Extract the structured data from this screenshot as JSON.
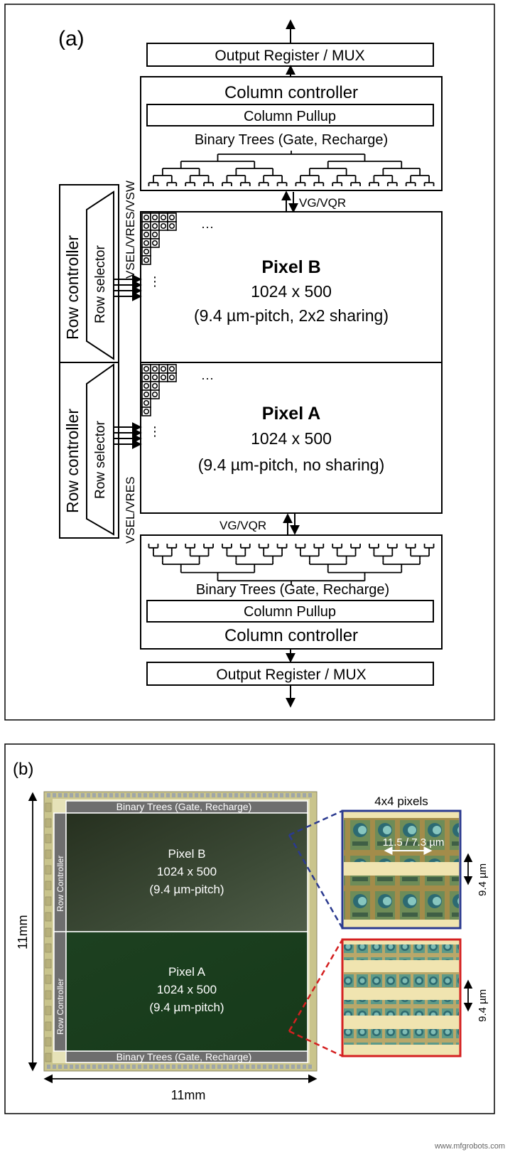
{
  "panel_a": {
    "label": "(a)",
    "top_output": "Output Register / MUX",
    "top_column_controller": "Column controller",
    "top_column_pullup": "Column Pullup",
    "top_binary_trees": "Binary Trees (Gate, Recharge)",
    "vsel_top": "VSEL/VRES/VSW",
    "vg_top": "VG/VQR",
    "row_controller": "Row controller",
    "row_selector": "Row selector",
    "pixel_b_title": "Pixel B",
    "pixel_b_size": "1024 x 500",
    "pixel_b_spec": "(9.4 µm-pitch, 2x2 sharing)",
    "pixel_a_title": "Pixel A",
    "pixel_a_size": "1024 x 500",
    "pixel_a_spec": "(9.4 µm-pitch, no sharing)",
    "vsel_bottom": "VSEL/VRES",
    "vg_bottom": "VG/VQR",
    "bottom_binary_trees": "Binary Trees (Gate, Recharge)",
    "bottom_column_pullup": "Column Pullup",
    "bottom_column_controller": "Column controller",
    "bottom_output": "Output Register / MUX",
    "ellipsis_h": "···",
    "ellipsis_v": "⋮"
  },
  "panel_b": {
    "label": "(b)",
    "chip_binary_top": "Binary Trees (Gate, Recharge)",
    "chip_binary_bottom": "Binary Trees (Gate, Recharge)",
    "chip_row_controller": "Row Controller",
    "chip_pixel_b_title": "Pixel B",
    "chip_pixel_b_size": "1024 x 500",
    "chip_pixel_b_pitch": "(9.4 µm-pitch)",
    "chip_pixel_a_title": "Pixel A",
    "chip_pixel_a_size": "1024 x 500",
    "chip_pixel_a_pitch": "(9.4 µm-pitch)",
    "dim_vertical": "11mm",
    "dim_horizontal": "11mm",
    "inset_title": "4x4 pixels",
    "inset_b_dims": "11.5 / 7.3 µm",
    "inset_b_pitch": "9.4 µm",
    "inset_a_pitch": "9.4 µm",
    "colors": {
      "inset_b_border": "#2b3a8f",
      "inset_a_border": "#d42020",
      "pixel_b_fill": "#3a4a35",
      "pixel_a_fill": "#1f4a22",
      "chip_frame": "#d8d4a0"
    }
  },
  "watermark": "www.mfgrobots.com"
}
